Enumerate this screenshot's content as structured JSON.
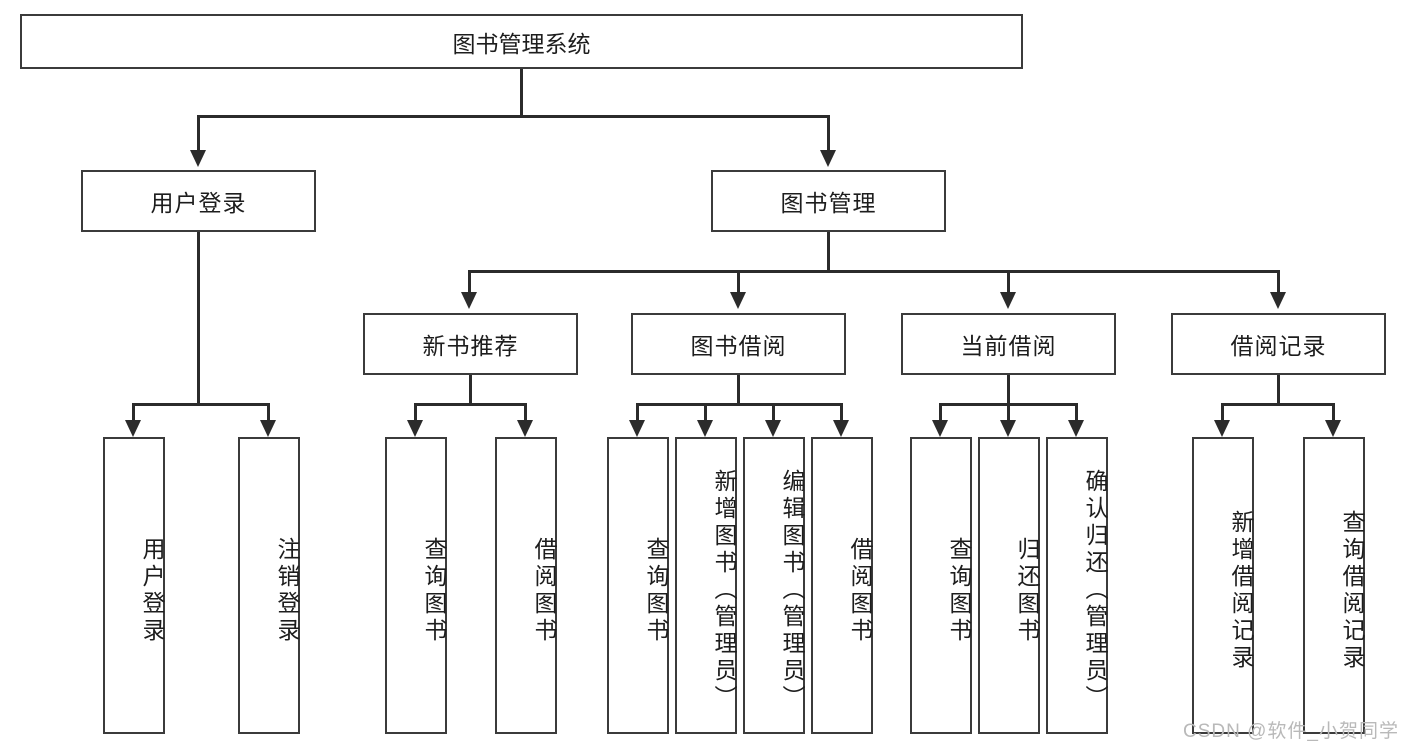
{
  "diagram": {
    "type": "tree-hierarchy-chart",
    "title": "图书管理系统",
    "root": {
      "label": "图书管理系统"
    },
    "level2": [
      {
        "label": "用户登录"
      },
      {
        "label": "图书管理"
      }
    ],
    "level3": [
      {
        "label": "新书推荐"
      },
      {
        "label": "图书借阅"
      },
      {
        "label": "当前借阅"
      },
      {
        "label": "借阅记录"
      }
    ],
    "leaves": {
      "user_login": [
        {
          "label": "用户登录"
        },
        {
          "label": "注销登录"
        }
      ],
      "new_book_recommend": [
        {
          "label": "查询图书"
        },
        {
          "label": "借阅图书"
        }
      ],
      "book_borrow": [
        {
          "label": "查询图书"
        },
        {
          "label": "新增图书（管理员）"
        },
        {
          "label": "编辑图书（管理员）"
        },
        {
          "label": "借阅图书"
        }
      ],
      "current_borrow": [
        {
          "label": "查询图书"
        },
        {
          "label": "归还图书"
        },
        {
          "label": "确认归还（管理员）"
        }
      ],
      "borrow_record": [
        {
          "label": "新增借阅记录"
        },
        {
          "label": "查询借阅记录"
        }
      ]
    }
  },
  "watermark": {
    "text": "CSDN @软件_小贺同学"
  },
  "colors": {
    "box_border": "#3b3b3b",
    "connector": "#2b2b2b",
    "text": "#1d1d1d",
    "background": "#ffffff",
    "watermark": "#b9b9b9"
  }
}
